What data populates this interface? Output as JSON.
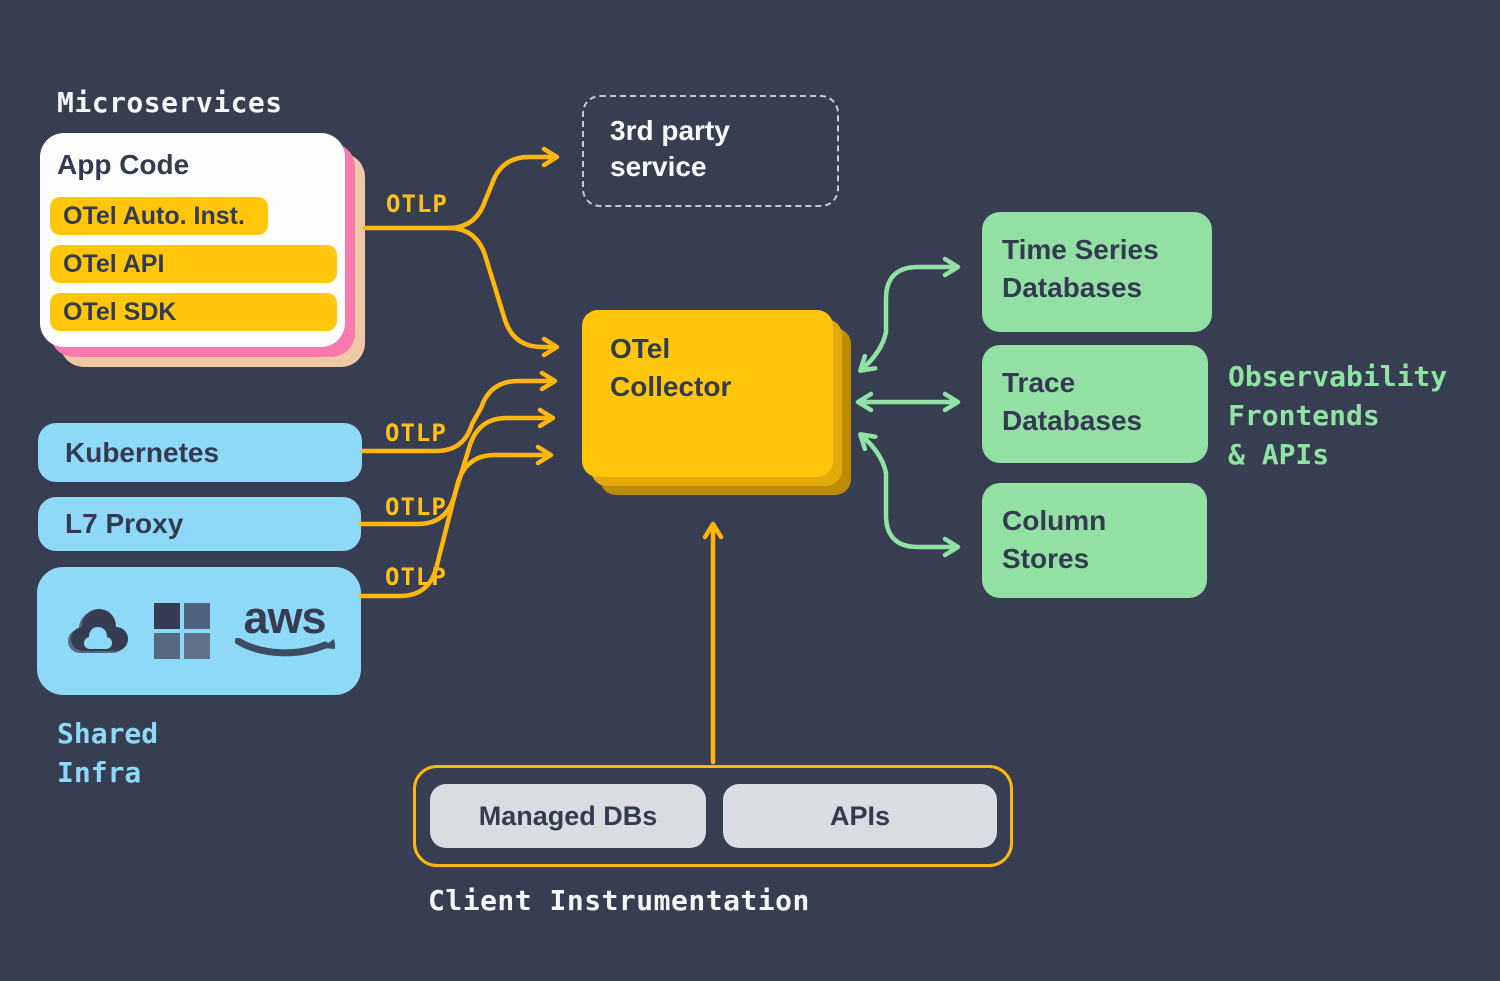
{
  "colors": {
    "background": "#383E51",
    "box_yellow": "#FFC60B",
    "arrow_yellow": "#FFB60D",
    "green_box": "#93E0A5",
    "green_text": "#8FE3A3",
    "blue_box": "#8FD9F8",
    "pink_shadow": "#F97BAD",
    "tan_shadow": "#EFC9A5",
    "gray_box": "#D9DCE1",
    "dark_text": "#343B50",
    "light_text": "#F5F6F8"
  },
  "microservices": {
    "section_label": "Microservices",
    "card_title": "App Code",
    "pills": [
      "OTel Auto. Inst.",
      "OTel API",
      "OTel SDK"
    ]
  },
  "third_party": {
    "label": "3rd party\nservice"
  },
  "collector": {
    "label": "OTel\nCollector"
  },
  "otlp": {
    "label": "OTLP"
  },
  "sources": {
    "kubernetes": "Kubernetes",
    "l7_proxy": "L7 Proxy",
    "shared_infra_label": "Shared\nInfra",
    "logos": {
      "google_cloud": "google-cloud",
      "microsoft": "microsoft",
      "aws": "aws",
      "aws_text": "aws"
    }
  },
  "databases": [
    {
      "label": "Time Series\nDatabases"
    },
    {
      "label": "Trace\nDatabases"
    },
    {
      "label": "Column\nStores"
    }
  ],
  "observability_label": "Observability\nFrontends\n& APIs",
  "client_instrumentation": {
    "label": "Client Instrumentation",
    "boxes": [
      "Managed DBs",
      "APIs"
    ]
  }
}
